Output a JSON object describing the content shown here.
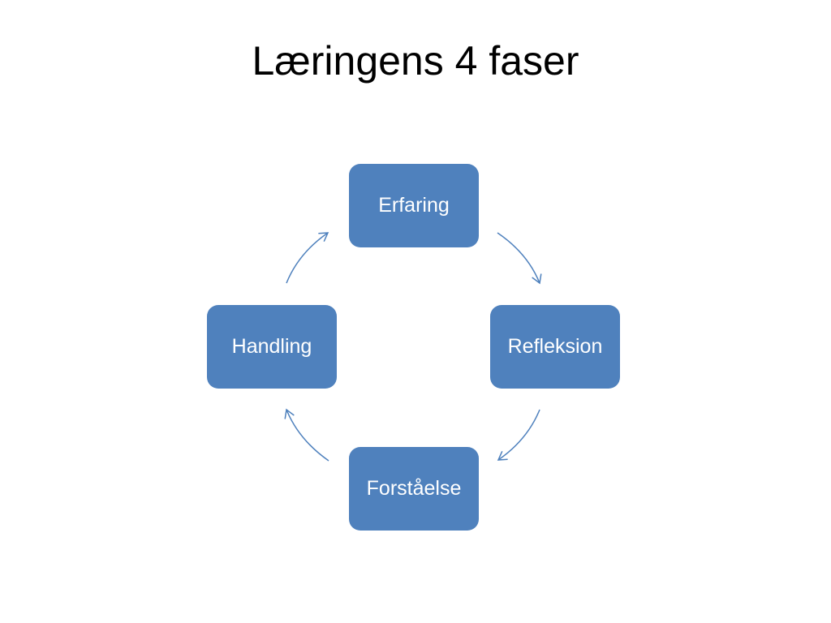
{
  "title": "Læringens 4 faser",
  "cycle": {
    "nodes": [
      {
        "label": "Erfaring"
      },
      {
        "label": "Refleksion"
      },
      {
        "label": "Forståelse"
      },
      {
        "label": "Handling"
      }
    ]
  },
  "colors": {
    "node_fill": "#4f81bd",
    "arrow": "#4f81bd",
    "node_text": "#ffffff",
    "title_text": "#000000"
  }
}
